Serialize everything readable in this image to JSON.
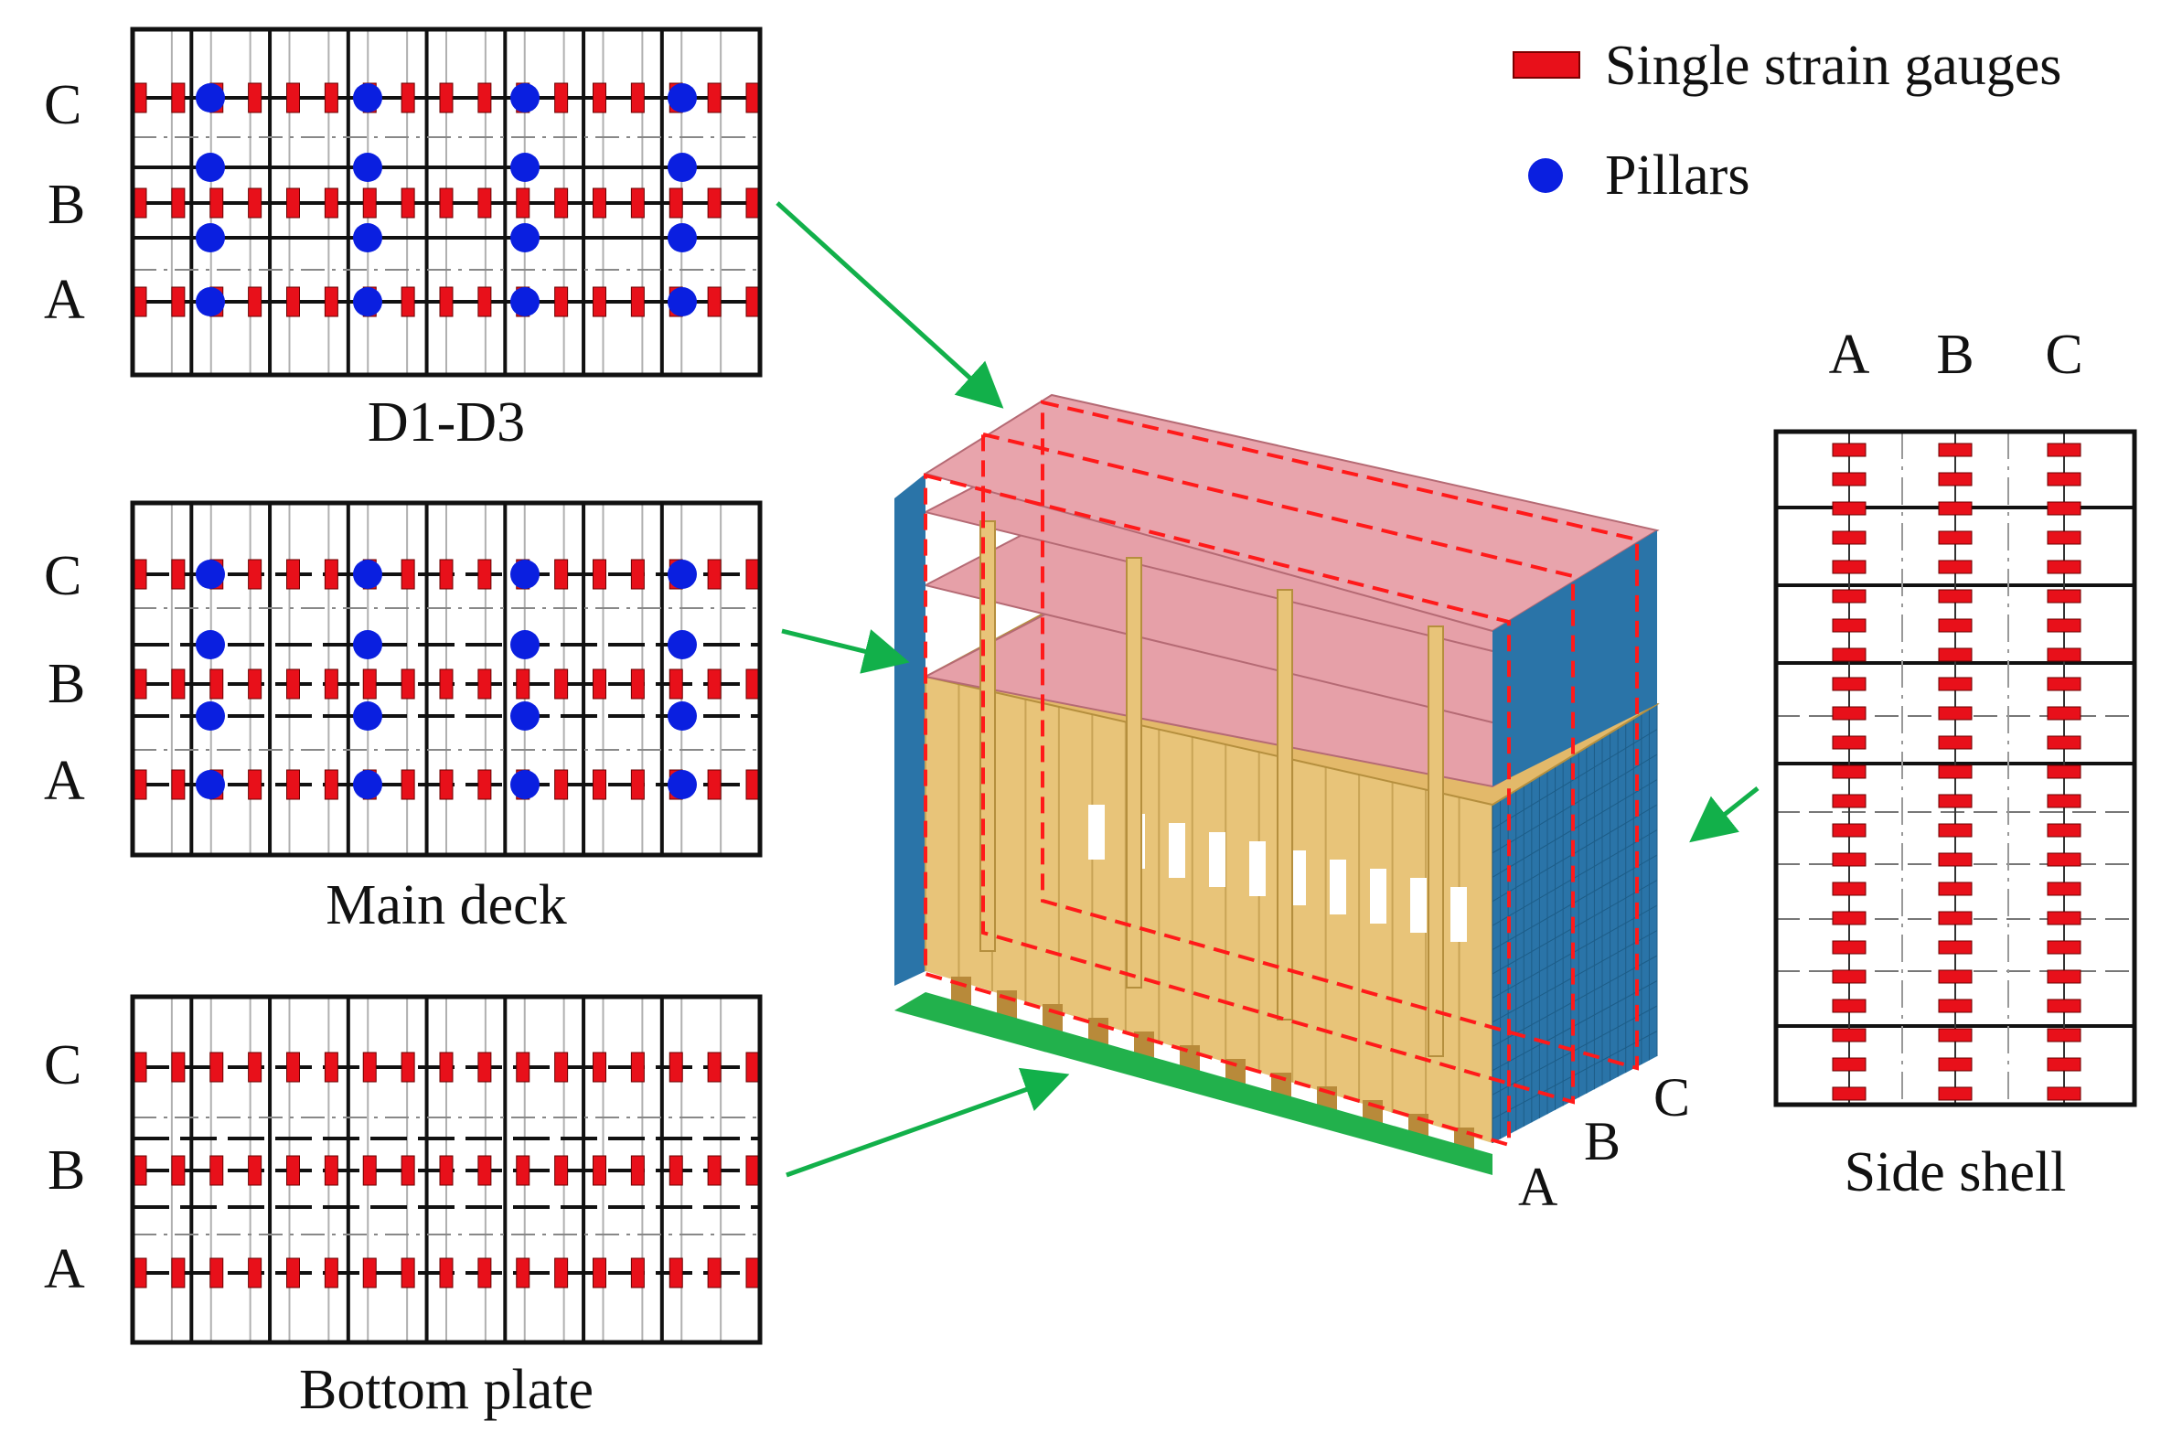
{
  "legend": {
    "gauge_label": "Single strain gauges",
    "pillar_label": "Pillars"
  },
  "panels": {
    "d1d3": {
      "caption": "D1-D3",
      "rows": [
        "C",
        "B",
        "A"
      ]
    },
    "main_deck": {
      "caption": "Main deck",
      "rows": [
        "C",
        "B",
        "A"
      ]
    },
    "bottom_plate": {
      "caption": "Bottom plate",
      "rows": [
        "C",
        "B",
        "A"
      ]
    },
    "side_shell": {
      "caption": "Side shell",
      "cols": [
        "A",
        "B",
        "C"
      ]
    }
  },
  "model": {
    "section_labels": [
      "A",
      "B",
      "C"
    ]
  },
  "colors": {
    "gauge": "#e8101a",
    "pillar": "#0a1fe0",
    "arrow": "#12b04a",
    "deck_pink": "#e6a0a8",
    "wall_blue": "#2a74a8",
    "frame_tan": "#e8c479",
    "bottom_green": "#22b14c",
    "section_line": "#ff1a1a"
  }
}
